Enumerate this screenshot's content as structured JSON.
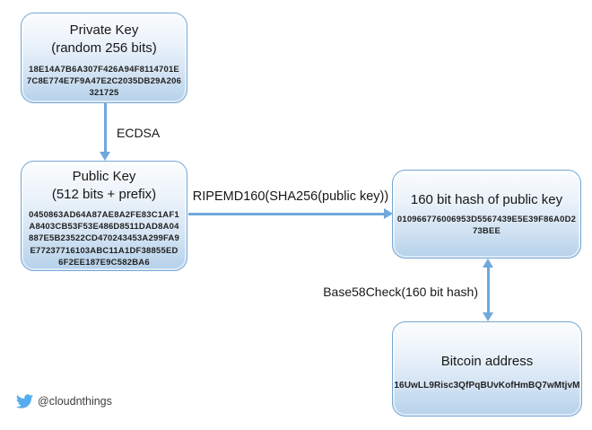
{
  "diagram": {
    "boxes": {
      "private_key": {
        "title": "Private Key\n(random 256 bits)",
        "hex_lines": [
          "18E14A7B6A307F426A94F8114701E",
          "7C8E774E7F9A47E2C2035DB29A206",
          "321725"
        ]
      },
      "public_key": {
        "title": "Public Key\n(512 bits + prefix)",
        "hex_lines": [
          "0450863AD64A87AE8A2FE83C1AF1",
          "A8403CB53F53E486D8511DAD8A04",
          "887E5B23522CD470243453A299FA9",
          "E77237716103ABC11A1DF38855ED",
          "6F2EE187E9C582BA6"
        ]
      },
      "hash160": {
        "title": "160 bit hash of public key",
        "hex_lines": [
          "010966776006953D5567439E5E39F86A0D2",
          "73BEE"
        ]
      },
      "bitcoin_address": {
        "title": "Bitcoin address",
        "hex_lines": [
          "16UwLL9Risc3QfPqBUvKofHmBQ7wMtjvM"
        ]
      }
    },
    "arrows": {
      "ecdsa_label": "ECDSA",
      "ripemd_label": "RIPEMD160(SHA256(public key))",
      "base58_label": "Base58Check(160 bit hash)"
    },
    "footer": {
      "twitter_handle": "@cloudnthings"
    },
    "colors": {
      "box_border": "#74a7d4",
      "box_gradient_top": "#fbfdfe",
      "box_gradient_bottom": "#b5d1ea",
      "arrow": "#6FA8DC",
      "twitter": "#55ACEE",
      "text": "#171717"
    }
  }
}
